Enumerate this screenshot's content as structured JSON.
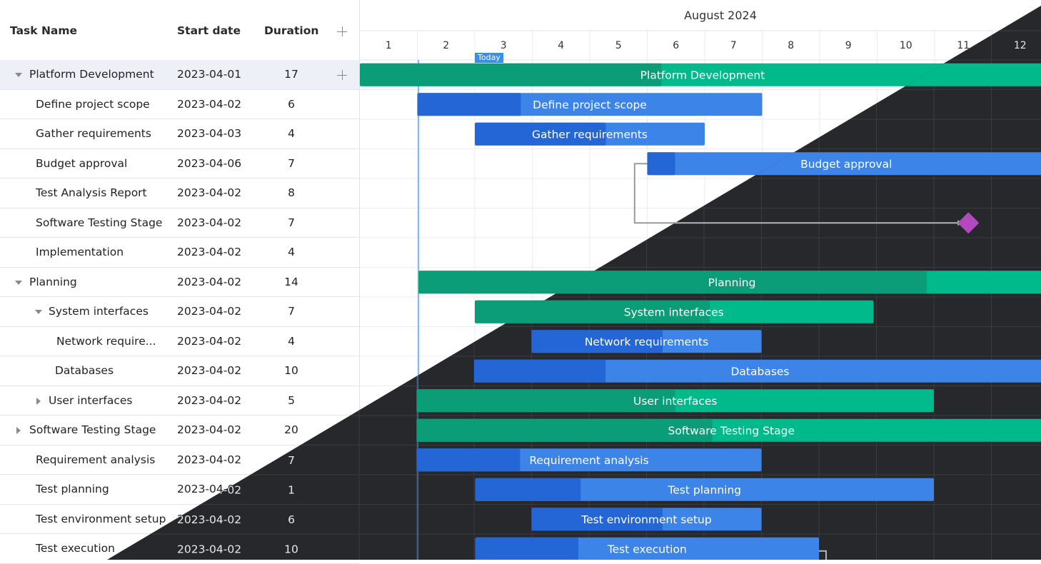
{
  "grid": {
    "headers": {
      "task_name": "Task Name",
      "start_date": "Start date",
      "duration": "Duration"
    },
    "rows": [
      {
        "name": "Platform Development",
        "start": "2023-04-01",
        "duration": "17",
        "level": 0,
        "caret": "down",
        "selected": true
      },
      {
        "name": "Define project scope",
        "start": "2023-04-02",
        "duration": "6",
        "level": 1
      },
      {
        "name": "Gather requirements",
        "start": "2023-04-03",
        "duration": "4",
        "level": 1
      },
      {
        "name": "Budget approval",
        "start": "2023-04-06",
        "duration": "7",
        "level": 1
      },
      {
        "name": "Test Analysis Report",
        "start": "2023-04-02",
        "duration": "8",
        "level": 1
      },
      {
        "name": "Software Testing Stage",
        "start": "2023-04-02",
        "duration": "7",
        "level": 1
      },
      {
        "name": "Implementation",
        "start": "2023-04-02",
        "duration": "4",
        "level": 1
      },
      {
        "name": "Planning",
        "start": "2023-04-02",
        "duration": "14",
        "level": 0,
        "caret": "down"
      },
      {
        "name": "System interfaces",
        "start": "2023-04-02",
        "duration": "7",
        "level": 1,
        "caret": "down"
      },
      {
        "name": "Network require...",
        "start": "2023-04-02",
        "duration": "4",
        "level": 2
      },
      {
        "name": "Databases",
        "start": "2023-04-02",
        "duration": "10",
        "level": 2
      },
      {
        "name": "User interfaces",
        "start": "2023-04-02",
        "duration": "5",
        "level": 1,
        "caret": "right"
      },
      {
        "name": "Software Testing Stage",
        "start": "2023-04-02",
        "duration": "20",
        "level": 0,
        "caret": "right"
      },
      {
        "name": "Requirement analysis",
        "start": "2023-04-02",
        "duration": "7",
        "level": 1
      },
      {
        "name": "Test planning",
        "start": "2023-04-02",
        "duration": "1",
        "level": 1
      },
      {
        "name": "Test environment setup",
        "start": "2023-04-02",
        "duration": "6",
        "level": 1
      },
      {
        "name": "Test execution",
        "start": "2023-04-02",
        "duration": "10",
        "level": 1
      }
    ]
  },
  "timeline": {
    "month": "August 2024",
    "days": [
      "1",
      "2",
      "3",
      "4",
      "5",
      "6",
      "7",
      "8",
      "9",
      "10",
      "11",
      "12"
    ],
    "today_label": "Today",
    "today_day": 2.02
  },
  "bars": [
    {
      "row": 0,
      "label": "Platform Development",
      "start": 1.0,
      "end": 13.0,
      "progress": 0.44,
      "kind": "project"
    },
    {
      "row": 1,
      "label": "Define project scope",
      "start": 2.0,
      "end": 8.0,
      "progress": 0.3,
      "kind": "task"
    },
    {
      "row": 2,
      "label": "Gather requirements",
      "start": 3.0,
      "end": 7.0,
      "progress": 0.57,
      "kind": "task"
    },
    {
      "row": 3,
      "label": "Budget approval",
      "start": 6.0,
      "end": 13.0,
      "progress": 0.07,
      "kind": "task"
    },
    {
      "row": 7,
      "label": "Planning",
      "start": 2.02,
      "end": 13.0,
      "progress": 0.81,
      "kind": "project"
    },
    {
      "row": 8,
      "label": "System interfaces",
      "start": 3.0,
      "end": 9.95,
      "progress": 0.59,
      "kind": "project"
    },
    {
      "row": 9,
      "label": "Network requirements",
      "start": 4.0,
      "end": 8.0,
      "progress": 0.57,
      "kind": "task"
    },
    {
      "row": 10,
      "label": "Databases",
      "start": 3.0,
      "end": 13.0,
      "progress": 0.23,
      "kind": "task"
    },
    {
      "row": 11,
      "label": "User interfaces",
      "start": 2.0,
      "end": 11.0,
      "progress": 0.5,
      "kind": "project"
    },
    {
      "row": 12,
      "label": "Software Testing Stage",
      "start": 2.0,
      "end": 13.0,
      "progress": 0.47,
      "kind": "project"
    },
    {
      "row": 13,
      "label": "Requirement analysis",
      "start": 2.0,
      "end": 8.0,
      "progress": 0.3,
      "kind": "task"
    },
    {
      "row": 14,
      "label": "Test planning",
      "start": 3.02,
      "end": 11.0,
      "progress": 0.23,
      "kind": "task"
    },
    {
      "row": 15,
      "label": "Test environment setup",
      "start": 4.0,
      "end": 8.0,
      "progress": 0.57,
      "kind": "task"
    },
    {
      "row": 16,
      "label": "Test execution",
      "start": 3.02,
      "end": 9.0,
      "progress": 0.3,
      "kind": "task"
    }
  ],
  "milestone": {
    "row": 5,
    "day": 11.6
  },
  "colors": {
    "project": "#00ba8c",
    "project_progress": "#0a9d77",
    "task": "#3d84e8",
    "task_progress": "#2466d6",
    "milestone": "#b249bf",
    "link": "#9a9a9a",
    "today": "#3a8ee6",
    "dark_bg": "#27282b"
  }
}
